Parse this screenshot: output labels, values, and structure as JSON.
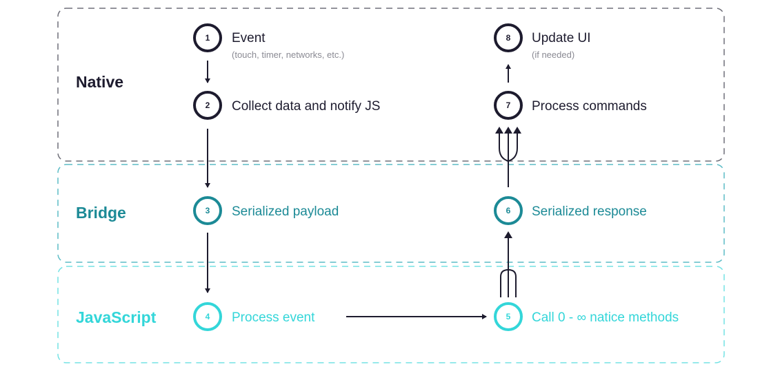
{
  "colors": {
    "native": "#1d1b2e",
    "bridge": "#1c8a96",
    "javascript": "#33d6d9",
    "native_border": "#6e6e78",
    "bridge_border": "#5cbcc6",
    "javascript_border": "#74e2e4",
    "subtitle": "#8a8a93"
  },
  "lanes": {
    "native": {
      "label": "Native"
    },
    "bridge": {
      "label": "Bridge"
    },
    "javascript": {
      "label": "JavaScript"
    }
  },
  "steps": {
    "s1": {
      "number": "1",
      "title": "Event",
      "subtitle": "(touch, timer, networks, etc.)"
    },
    "s2": {
      "number": "2",
      "title": "Collect data and notify JS"
    },
    "s3": {
      "number": "3",
      "title": "Serialized payload"
    },
    "s4": {
      "number": "4",
      "title": "Process event"
    },
    "s5": {
      "number": "5",
      "title": "Call 0 - ∞ natice methods"
    },
    "s6": {
      "number": "6",
      "title": "Serialized response"
    },
    "s7": {
      "number": "7",
      "title": "Process commands"
    },
    "s8": {
      "number": "8",
      "title": "Update UI",
      "subtitle": "(if needed)"
    }
  }
}
